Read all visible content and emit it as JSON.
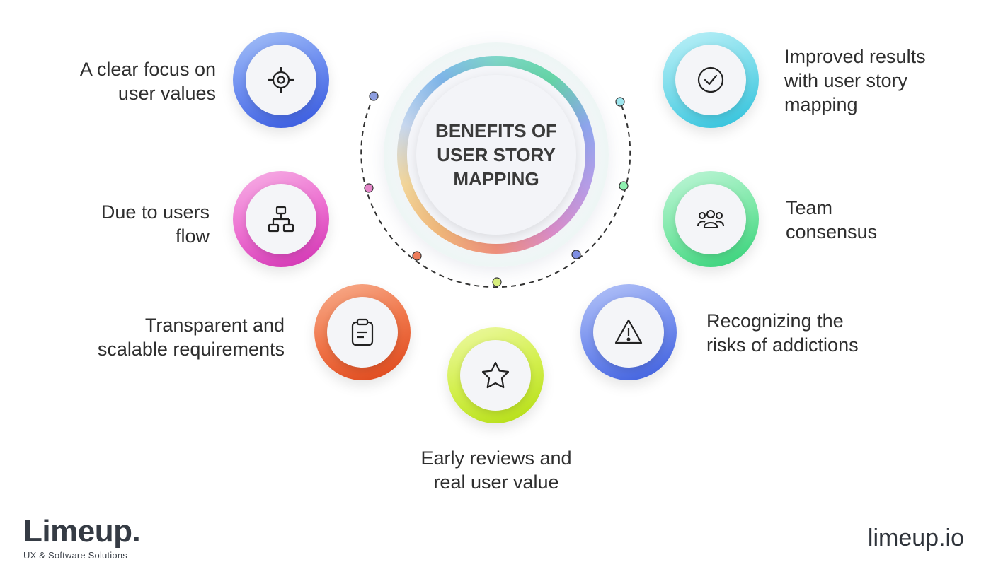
{
  "hub": {
    "title": "BENEFITS OF\nUSER STORY\nMAPPING"
  },
  "benefits": [
    {
      "label": "A clear focus on\nuser values",
      "icon": "target-icon",
      "colors": [
        "#8eb3f5",
        "#3f63e0"
      ]
    },
    {
      "label": "Due to users\nflow",
      "icon": "flowchart-icon",
      "colors": [
        "#f39de0",
        "#d93fb8"
      ]
    },
    {
      "label": "Transparent and\nscalable requirements",
      "icon": "clipboard-icon",
      "colors": [
        "#f6a07c",
        "#e44f24"
      ]
    },
    {
      "label": "Early reviews and\nreal user value",
      "icon": "star-icon",
      "colors": [
        "#e7f78a",
        "#b8e21a"
      ]
    },
    {
      "label": "Recognizing the\nrisks of addictions",
      "icon": "warning-icon",
      "colors": [
        "#9fb4f7",
        "#3f5fe0"
      ]
    },
    {
      "label": "Team\nconsensus",
      "icon": "team-icon",
      "colors": [
        "#a4f1c8",
        "#34d37a"
      ]
    },
    {
      "label": "Improved results\nwith user story\nmapping",
      "icon": "check-circle-icon",
      "colors": [
        "#a5ecf5",
        "#2fc2dc"
      ]
    }
  ],
  "arc_dot_colors": [
    "#8d9ee0",
    "#e487c9",
    "#ee7d5b",
    "#d9f07d",
    "#7f8fe4",
    "#8ff0b0",
    "#9fe6ee"
  ],
  "brand": {
    "name": "Limeup.",
    "tagline": "UX & Software Solutions",
    "website": "limeup.io"
  }
}
